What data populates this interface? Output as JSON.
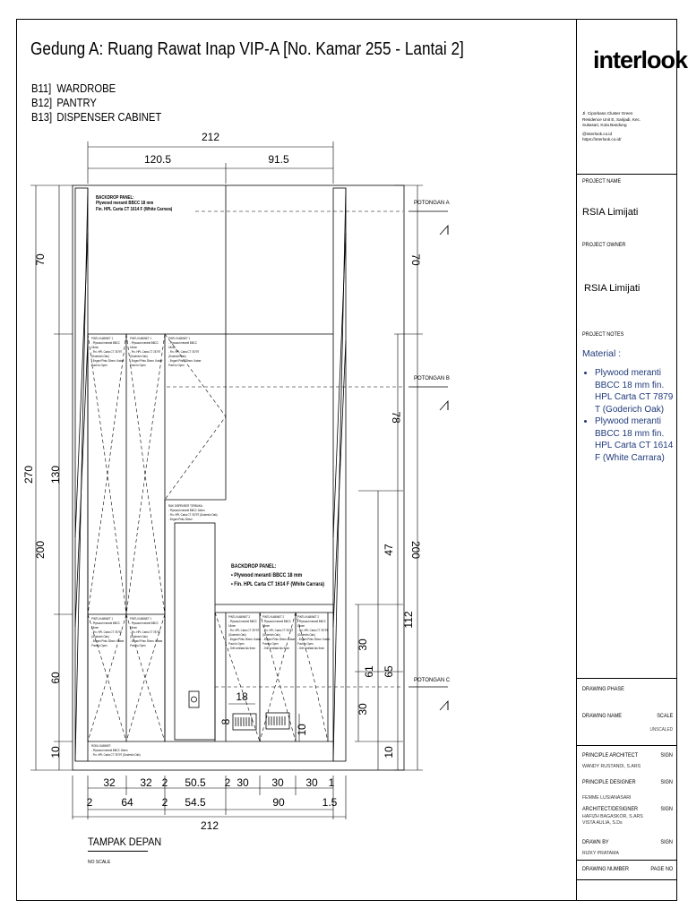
{
  "drawing": {
    "title": "Gedung A:  Ruang Rawat Inap VIP-A [No. Kamar 255 - Lantai 2]",
    "items": [
      {
        "code": "B11]",
        "name": "WARDROBE"
      },
      {
        "code": "B12]",
        "name": "PANTRY"
      },
      {
        "code": "B13]",
        "name": "DISPENSER CABINET"
      }
    ],
    "view_title": "TAMPAK DEPAN",
    "view_scale": "NO SCALE"
  },
  "dims": {
    "top_total": "212",
    "top_left": "120.5",
    "top_right": "91.5",
    "left_270": "270",
    "left_70": "70",
    "left_130": "130",
    "left_200": "200",
    "left_60": "60",
    "left_10": "10",
    "right_70": "70",
    "right_78": "78",
    "right_200": "200",
    "right_47": "47",
    "right_112": "112",
    "right_30a": "30",
    "right_61": "61",
    "right_65": "65",
    "right_30b": "30",
    "right_10": "10",
    "inner_18": "18",
    "inner_8": "8",
    "inner_10": "10",
    "bottom_row1": [
      "32",
      "32",
      "2",
      "50.5",
      "2",
      "30",
      "30",
      "30",
      "1"
    ],
    "bottom_row2": [
      "2",
      "64",
      "2",
      "54.5",
      "90",
      "1.5"
    ],
    "bottom_total": "212"
  },
  "section_marks": {
    "a": "POTONGAN A",
    "b": "POTONGAN B",
    "c": "POTONGAN C"
  },
  "notes": {
    "backdrop_top": [
      "BACKDROP PANEL:",
      "Plywood meranti BBCC 18 mm",
      "Fin. HPL Carta CT 1614 F (White Carrara)"
    ],
    "backdrop_mid": [
      "BACKDROP PANEL:",
      "• Plywood meranti BBCC 18 mm",
      "• Fin. HPL Carta CT 1614 F (White Carrara)"
    ],
    "door_note": [
      "PINTU KABINET 1",
      "- Plywood meranti BBCC",
      "  18mm",
      "- Fin. HPL Carta CT 7879T",
      "  (Goderich Oak)",
      "- Engsel Pintu 35mm. Kaiser",
      "  Push to Open"
    ],
    "drawer_note": [
      "RAK DISPENSER TERBUKA:",
      "- Plywood meranti BBCC 18mm",
      "- Fin. HPL Carta CT 7879T (Goderich Oak)",
      "- Engsel Pintu 35mm"
    ],
    "plinth_note": [
      "ROKU KABINET:",
      "- Plywood meranti BBCC 18mm",
      "- Fin. HPL Carta CT 7879T (Goderich Oak)"
    ],
    "pantry_note": [
      "PINTU KABINET 2",
      "- Plywood meranti BBCC",
      "  18mm",
      "- Fin. HPL Carta CT 7879T",
      "  (Goderich Oak)",
      "- Engsel Pintu 35mm. Kaiser",
      "  Push to Open",
      "- Grill ventilasi Alu 5mm"
    ]
  },
  "title_block": {
    "logo": "interlook",
    "address": [
      "Jl. Ciporkaso Cluster Green",
      "Residence Unit E, Sarijadi, Kec.",
      "Sukasari, Kota Bandung",
      "",
      "@interlook.co.id",
      "https://interlook.co.id/"
    ],
    "project_name_label": "PROJECT NAME",
    "project_name": "RSIA Limijati",
    "project_owner_label": "PROJECT OWNER",
    "project_owner": "RSIA Limijati",
    "project_notes_label": "PROJECT NOTES",
    "material_label": "Material :",
    "materials": [
      "Plywood meranti BBCC 18 mm fin. HPL Carta CT 7879 T (Goderich Oak)",
      "Plywood meranti BBCC 18 mm fin. HPL Carta CT 1614 F (White Carrara)"
    ],
    "drawing_phase_label": "DRAWING PHASE",
    "drawing_name_label": "DRAWING NAME",
    "scale_label": "SCALE",
    "scale_value": "UNSCALED",
    "principle_architect_label": "PRINCIPLE ARCHITECT",
    "principle_architect": "WANDY RUSTANDI, S.ARS",
    "principle_designer_label": "PRINCIPLE DESIGNER",
    "principle_designer": "FEMME LUSIANASARI",
    "architect_designer_label": "ARCHITECT/DESIGNER",
    "architect_designer": [
      "HAFIZH BAGASKOR, S.ARS",
      "VISTA AULIA, S.Ds"
    ],
    "drawn_by_label": "DRAWN BY",
    "drawn_by": "RIZKY PRATAMA",
    "drawing_number_label": "DRAWING NUMBER",
    "page_no_label": "PAGE NO",
    "sign_label": "SIGN"
  }
}
